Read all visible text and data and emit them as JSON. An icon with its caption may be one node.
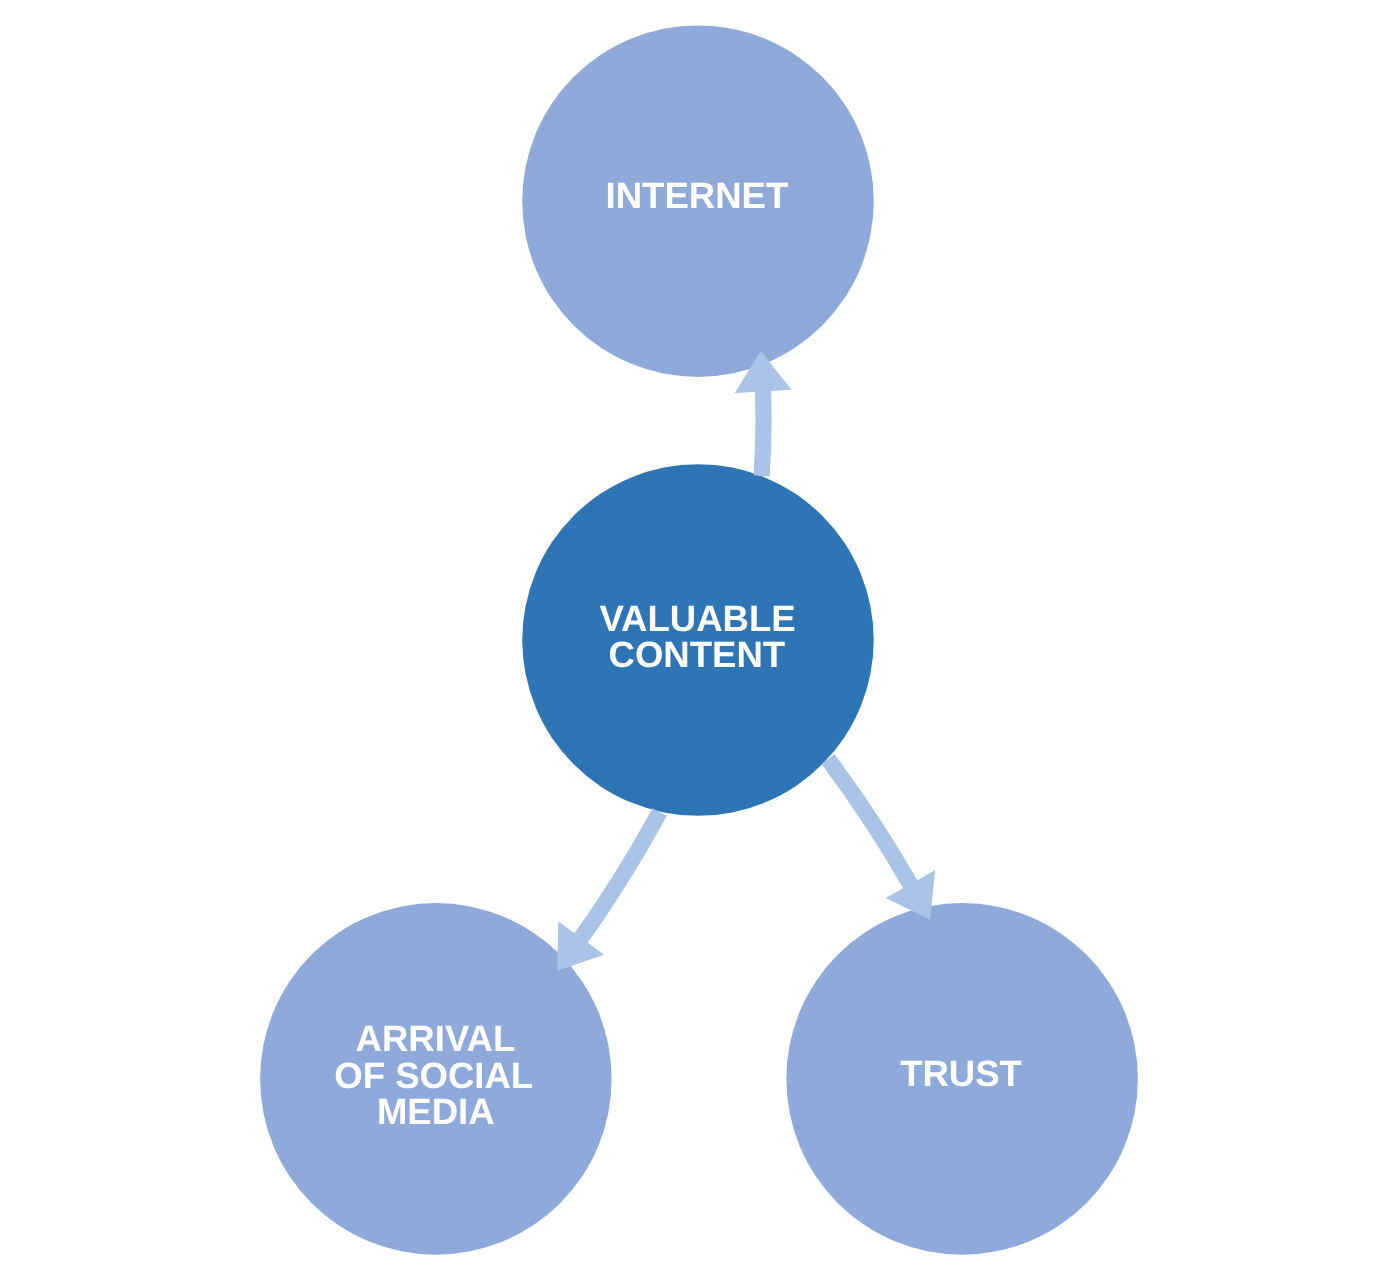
{
  "diagram": {
    "nodes": [
      {
        "text": [
          "INTERNET"
        ]
      },
      {
        "text": [
          "VALUABLE CONTENT"
        ]
      },
      {
        "text": [
          "ARRIVAL OF SOCIAL MEDIA"
        ]
      },
      {
        "text": [
          "TRUST"
        ]
      }
    ],
    "edges": [
      {
        "from": 1,
        "to": 0,
        "arrow": "to"
      },
      {
        "from": 1,
        "to": 2,
        "arrow": "to"
      },
      {
        "from": 1,
        "to": 3,
        "arrow": "to"
      }
    ]
  }
}
